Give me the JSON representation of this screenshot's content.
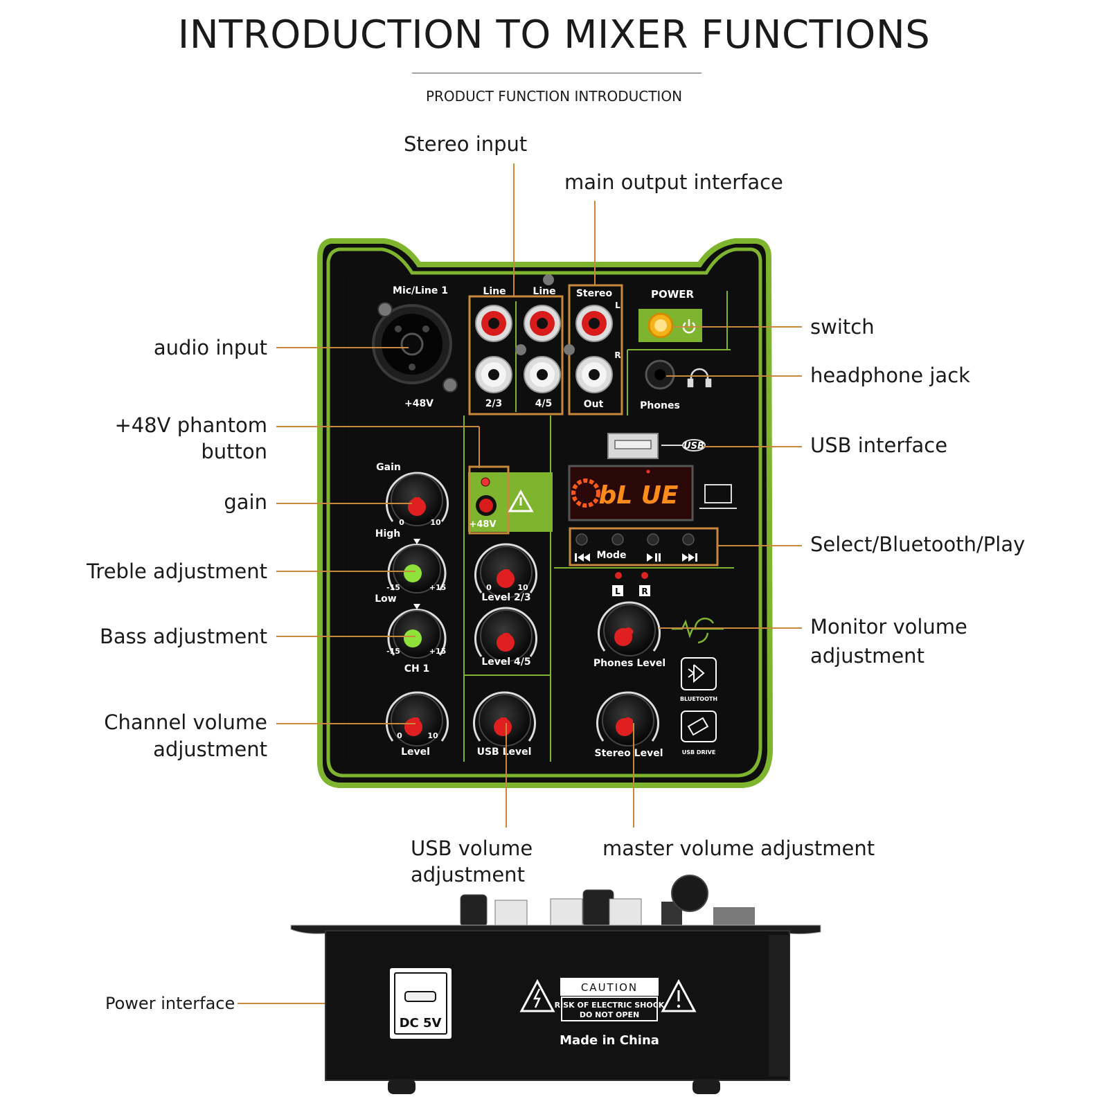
{
  "header": {
    "title": "INTRODUCTION TO MIXER FUNCTIONS",
    "subtitle": "PRODUCT FUNCTION INTRODUCTION"
  },
  "callouts": {
    "stereo_input": "Stereo input",
    "main_output": "main output interface",
    "audio_input": "audio input",
    "switch": "switch",
    "headphone_jack": "headphone jack",
    "phantom_line1": "+48V phantom",
    "phantom_line2": "button",
    "usb_interface": "USB interface",
    "gain": "gain",
    "select_bt_play": "Select/Bluetooth/Play",
    "treble": "Treble adjustment",
    "bass": "Bass adjustment",
    "monitor_line1": "Monitor volume",
    "monitor_line2": "adjustment",
    "channel_line1": "Channel volume",
    "channel_line2": "adjustment",
    "usb_volume_line1": "USB volume",
    "usb_volume_line2": "adjustment",
    "master_volume": "master volume adjustment",
    "power_interface": "Power interface"
  },
  "panel": {
    "mic_line": "Mic/Line 1",
    "phantom_under_xlr": "+48V",
    "line_a": "Line",
    "line_b": "Line",
    "stereo": "Stereo",
    "l_mark": "L",
    "r_mark": "R",
    "jack_23": "2/3",
    "jack_45": "4/5",
    "out": "Out",
    "power": "POWER",
    "phones": "Phones",
    "usb_tag": "USB",
    "display_text": "bL UE",
    "gain": "Gain",
    "gain_min": "0",
    "gain_max": "10",
    "phantom_button": "+48V",
    "high": "High",
    "low": "Low",
    "eq_min": "-15",
    "eq_max": "+15",
    "ch1": "CH 1",
    "level": "Level",
    "level23": "Level 2/3",
    "level45": "Level 4/5",
    "usb_level": "USB Level",
    "phones_level": "Phones Level",
    "stereo_level": "Stereo Level",
    "mode": "Mode",
    "led_l": "L",
    "led_r": "R",
    "bluetooth": "BLUETOOTH",
    "usb_drive": "USB DRIVE",
    "knob_min": "0",
    "knob_max": "10"
  },
  "back_panel": {
    "dc": "DC 5V",
    "caution": "CAUTION",
    "risk_line1": "RISK OF ELECTRIC SHOCK",
    "risk_line2": "DO NOT OPEN",
    "made_in": "Made in China"
  },
  "colors": {
    "accent_green": "#7fb52e",
    "leader_orange": "#c9893c",
    "panel_black": "#141414",
    "knob_red": "#e02020",
    "knob_green": "#8fe23a",
    "display_orange": "#ff8c1a"
  }
}
